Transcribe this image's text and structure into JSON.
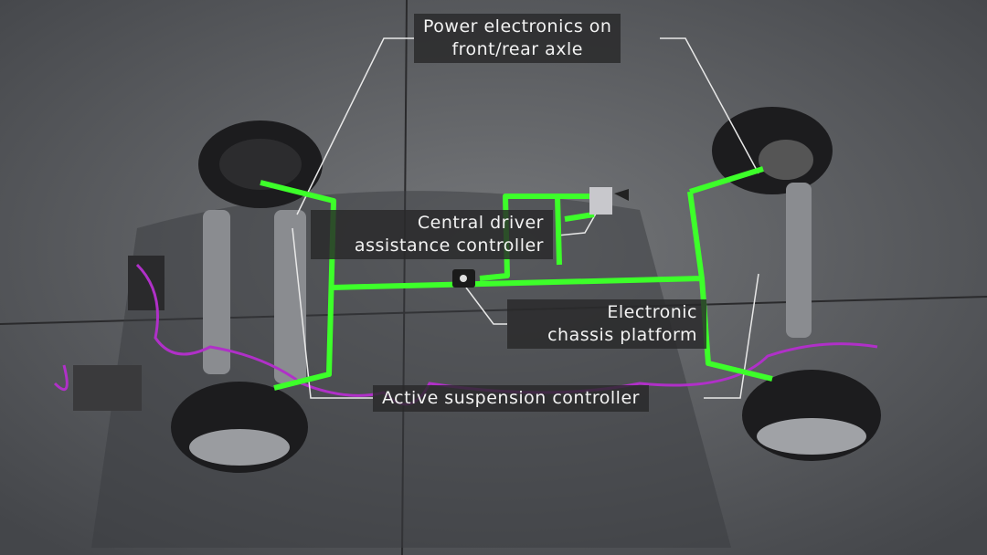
{
  "labels": {
    "power_electronics": [
      "Power electronics on",
      "front/rear axle"
    ],
    "central_driver": [
      "Central driver",
      "assistance controller"
    ],
    "electronic_chassis": [
      "Electronic",
      "chassis platform"
    ],
    "active_suspension": "Active suspension controller"
  },
  "colors": {
    "network": "#3dff2a",
    "wiring": "#b030c8",
    "ground": "#5a5c5f",
    "label_bg": "#28282a"
  }
}
